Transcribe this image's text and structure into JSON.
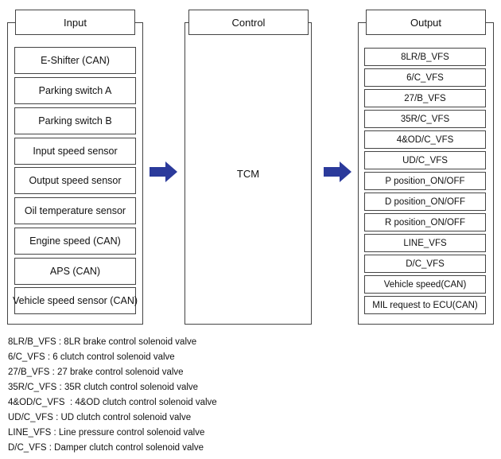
{
  "input": {
    "title": "Input",
    "items": [
      "E-Shifter (CAN)",
      "Parking switch A",
      "Parking switch B",
      "Input speed sensor",
      "Output speed sensor",
      "Oil temperature sensor",
      "Engine speed (CAN)",
      "APS (CAN)",
      "Vehicle speed sensor (CAN)"
    ]
  },
  "control": {
    "title": "Control",
    "label": "TCM"
  },
  "output": {
    "title": "Output",
    "items": [
      "8LR/B_VFS",
      "6/C_VFS",
      "27/B_VFS",
      "35R/C_VFS",
      "4&OD/C_VFS",
      "UD/C_VFS",
      "P position_ON/OFF",
      "D position_ON/OFF",
      "R position_ON/OFF",
      "LINE_VFS",
      "D/C_VFS",
      "Vehicle speed(CAN)",
      "MIL request to ECU(CAN)"
    ]
  },
  "legend": [
    "8LR/B_VFS : 8LR brake control solenoid valve",
    "6/C_VFS : 6 clutch control solenoid valve",
    "27/B_VFS : 27 brake control solenoid valve",
    "35R/C_VFS : 35R clutch control solenoid valve",
    "4&OD/C_VFS  : 4&OD clutch control solenoid valve",
    "UD/C_VFS : UD clutch control solenoid valve",
    "LINE_VFS : Line pressure control solenoid valve",
    "D/C_VFS : Damper clutch control solenoid valve"
  ],
  "colors": {
    "arrow": "#2b3a9b",
    "border": "#444444"
  }
}
